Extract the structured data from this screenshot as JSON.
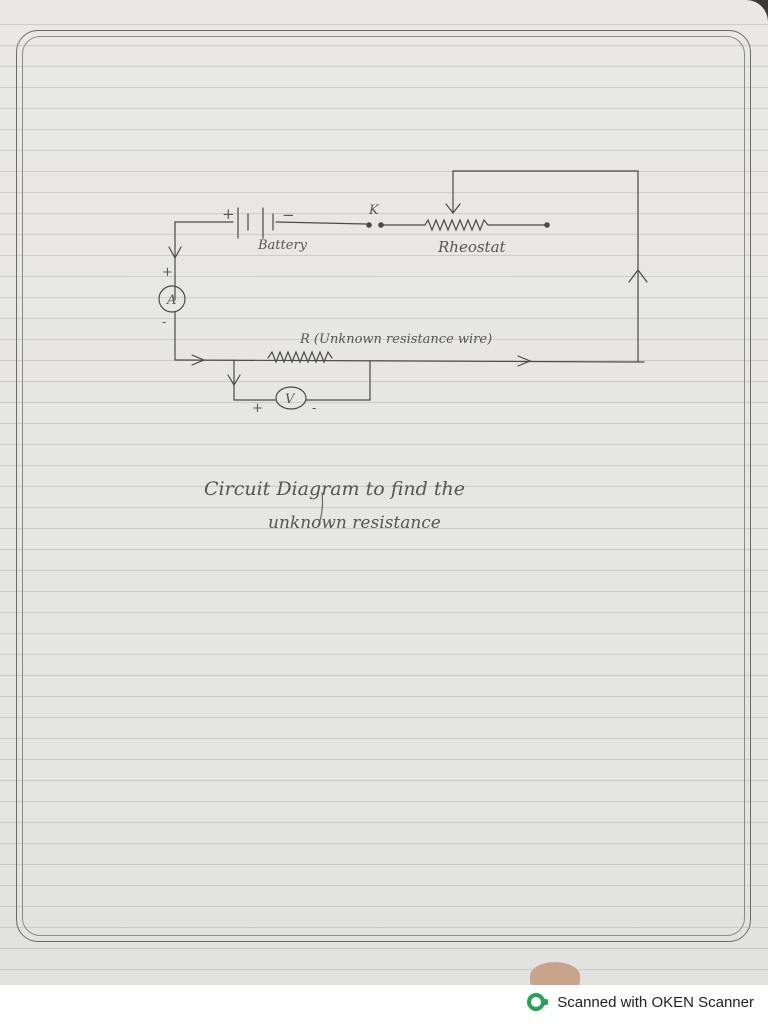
{
  "diagram": {
    "battery_plus": "+",
    "battery_minus": "−",
    "battery_label": "Battery",
    "key_label": "K",
    "rheostat_label": "Rheostat",
    "ammeter_symbol": "A",
    "ammeter_plus": "+",
    "ammeter_minus": "-",
    "resistor_label": "R (Unknown resistance wire)",
    "voltmeter_symbol": "V",
    "voltmeter_plus": "+",
    "voltmeter_minus": "-"
  },
  "caption": {
    "line1": "Circuit Diagram to find the",
    "line2": "unknown resistance"
  },
  "footer": {
    "scanner_text": "Scanned with OKEN Scanner",
    "brand_color": "#23a455"
  }
}
